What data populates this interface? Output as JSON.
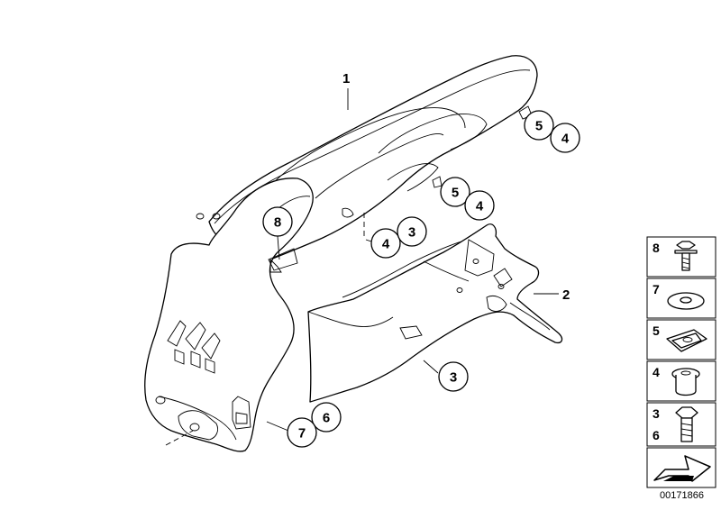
{
  "diagram": {
    "part_labels": {
      "p1": "1",
      "p2": "2",
      "p3": "3"
    },
    "callouts": [
      {
        "id": "c8",
        "label": "8"
      },
      {
        "id": "c5a",
        "label": "5"
      },
      {
        "id": "c4a",
        "label": "4"
      },
      {
        "id": "c5b",
        "label": "5"
      },
      {
        "id": "c4b",
        "label": "4"
      },
      {
        "id": "c4c",
        "label": "4"
      },
      {
        "id": "c3a",
        "label": "3"
      },
      {
        "id": "c3b",
        "label": "3"
      },
      {
        "id": "c6",
        "label": "6"
      },
      {
        "id": "c7",
        "label": "7"
      }
    ],
    "legend": [
      {
        "labels": [
          "8"
        ],
        "icon": "bolt-with-washer-icon"
      },
      {
        "labels": [
          "7"
        ],
        "icon": "washer-icon"
      },
      {
        "labels": [
          "5"
        ],
        "icon": "speed-nut-icon"
      },
      {
        "labels": [
          "4"
        ],
        "icon": "rubber-grommet-icon"
      },
      {
        "labels": [
          "3",
          "6"
        ],
        "icon": "hex-bolt-icon"
      },
      {
        "labels": [],
        "icon": "direction-arrow-icon"
      }
    ],
    "document_number": "00171866"
  }
}
